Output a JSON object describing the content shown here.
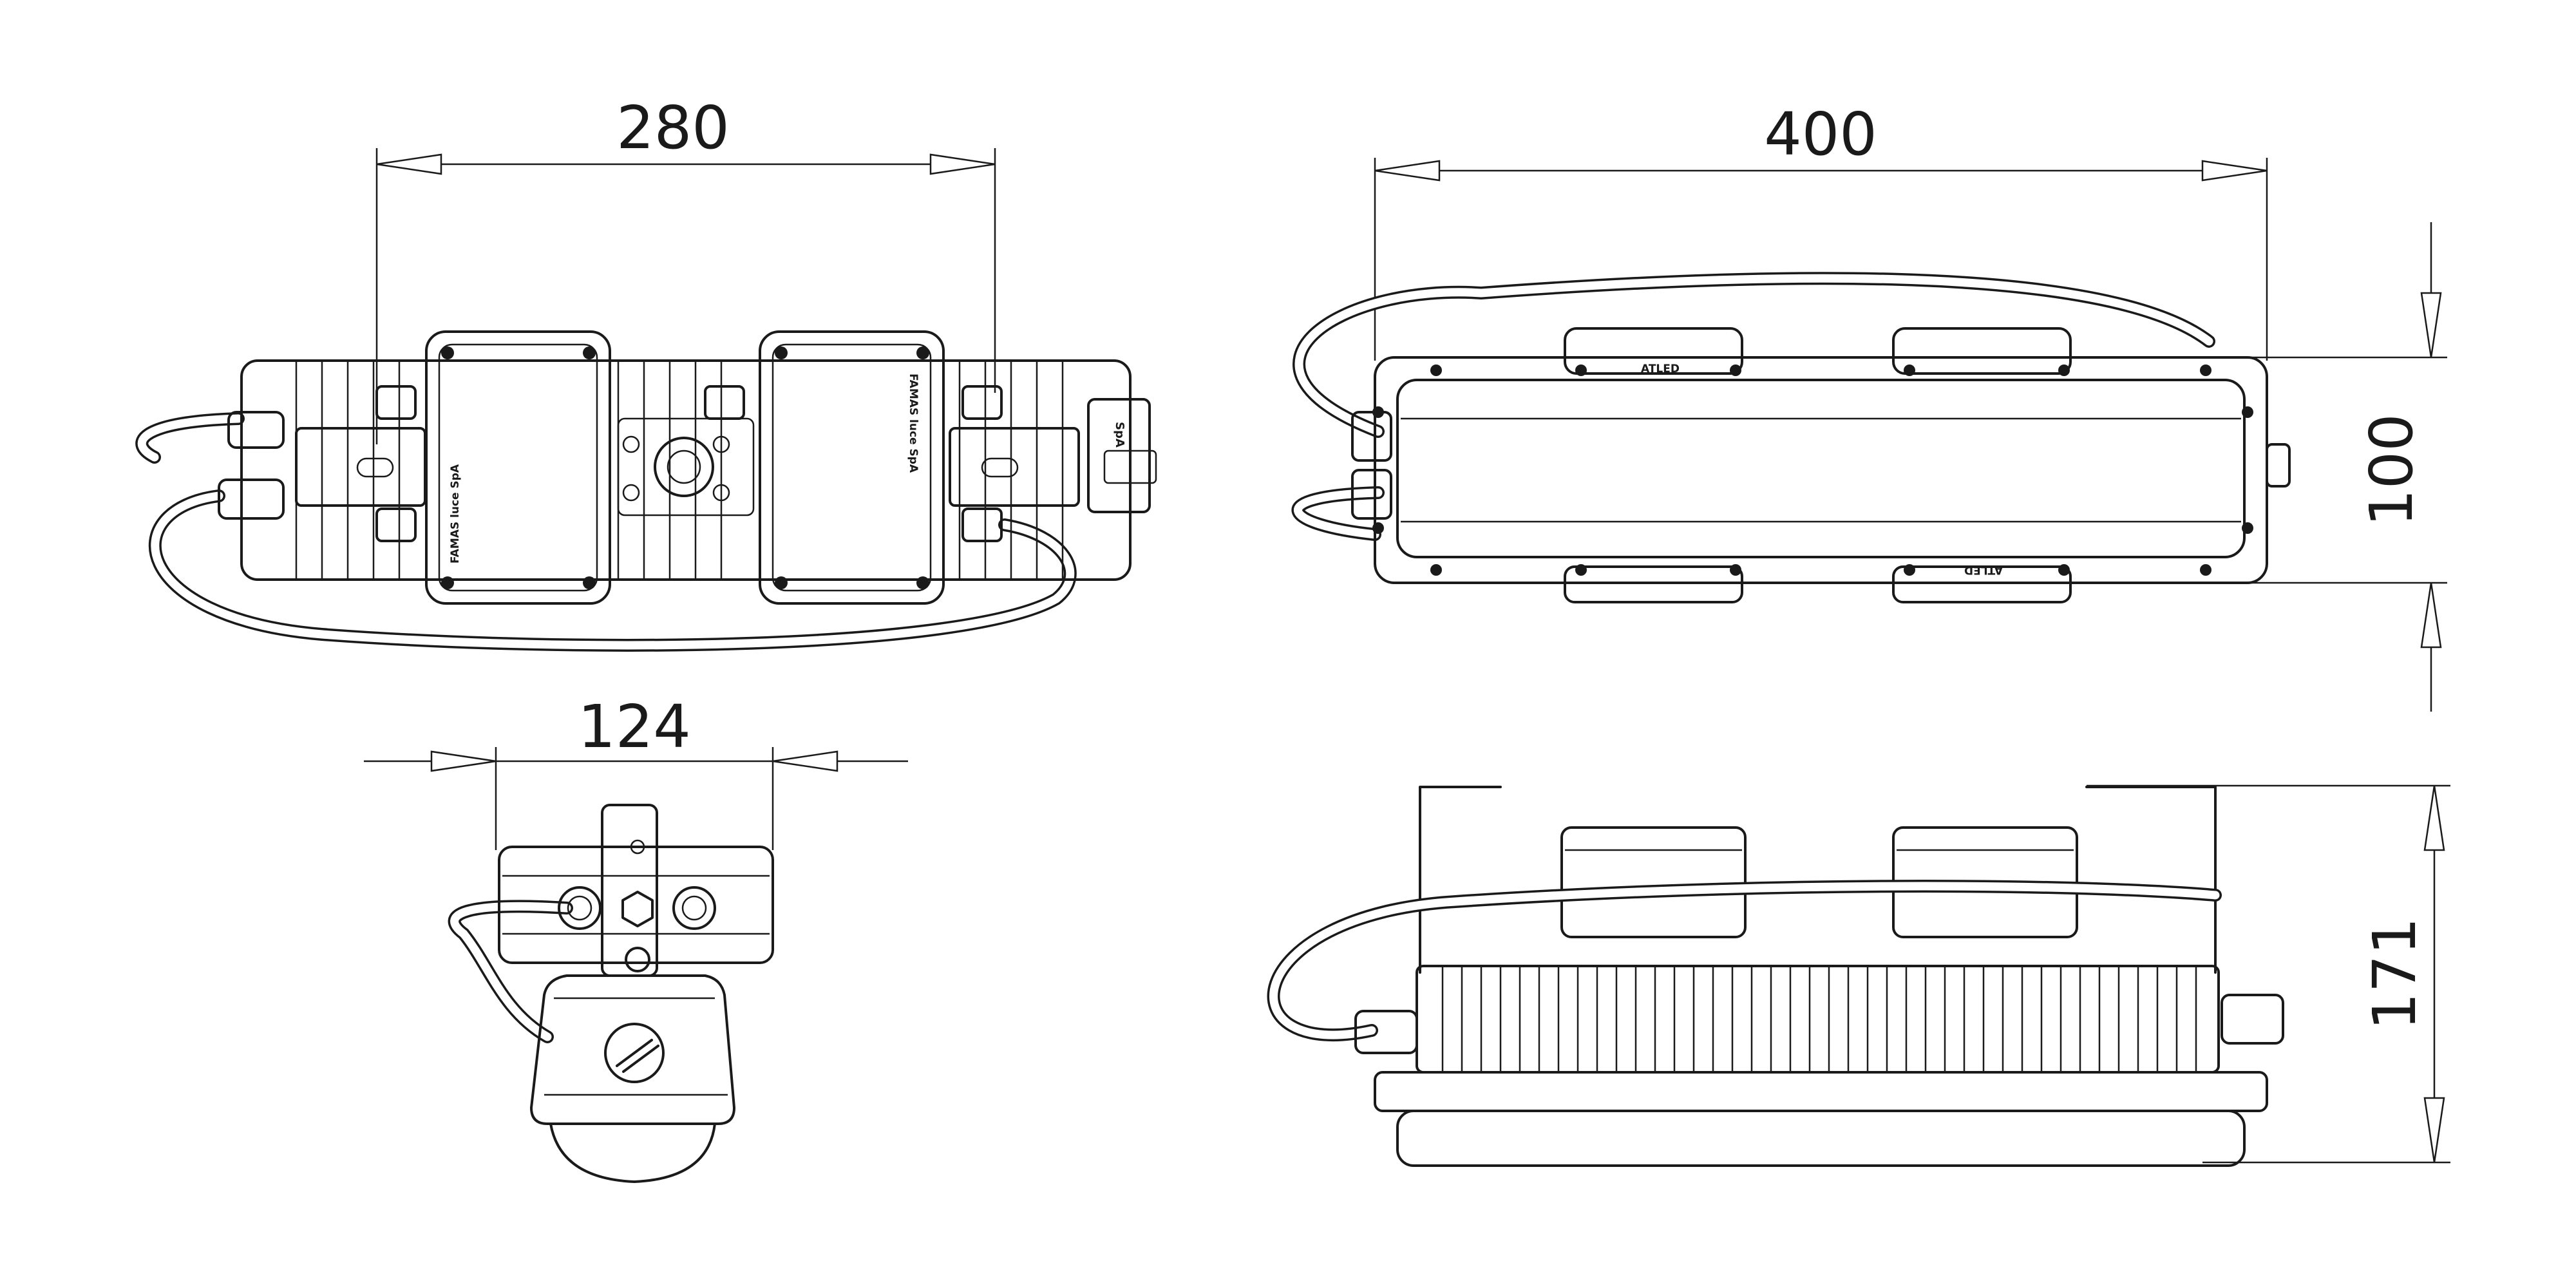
{
  "dimensions": {
    "top_width": "280",
    "front_width": "400",
    "front_height": "100",
    "side_width": "124",
    "side_height": "171"
  },
  "labels": {
    "brand_text": "FAMAS luce SpA",
    "brand_short": "SpA",
    "atled_text": "ATLED"
  }
}
